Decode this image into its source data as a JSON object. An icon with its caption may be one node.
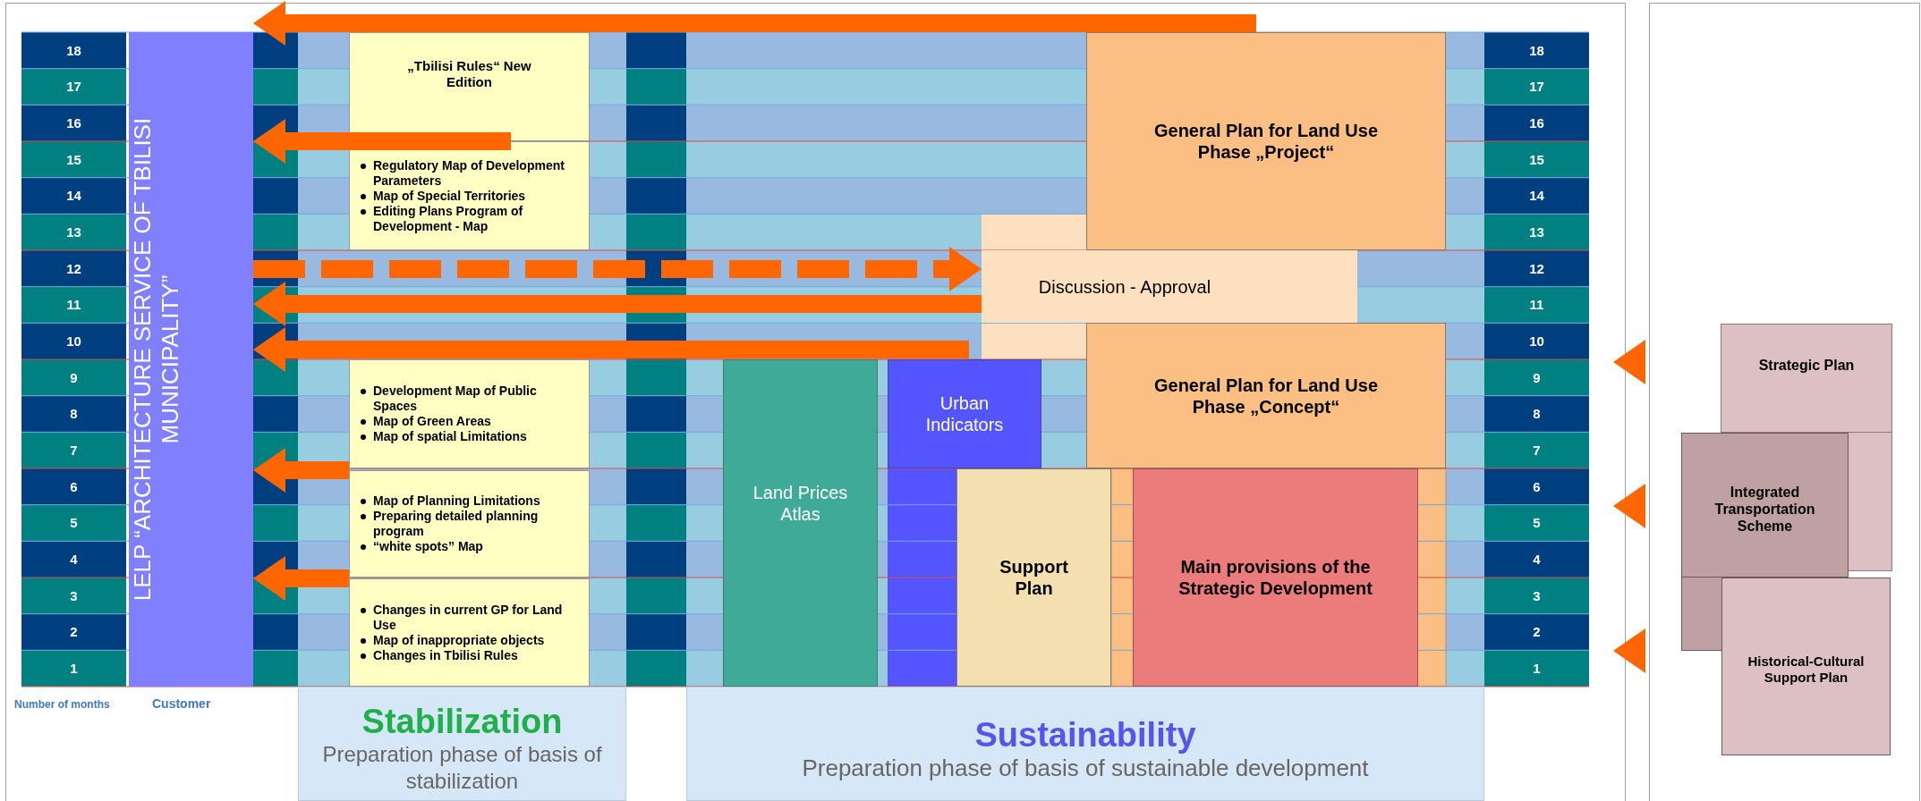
{
  "diagram": {
    "nodes": [
      {
        "text": [
          "LELP “ARCHITECTURE SERVICE OF TBILISI MUNICIPALITY”"
        ]
      },
      {
        "text": [
          "„Tbilisi Rules“ New Edition"
        ]
      },
      {
        "text": [
          "Regulatory Map of Development Parameters",
          "Map of Special Territories",
          "Editing Plans Program of Development - Map"
        ]
      },
      {
        "text": [
          "Development Map of Public Spaces",
          "Map of Green Areas",
          "Map of spatial Limitations"
        ]
      },
      {
        "text": [
          "Map of Planning Limitations",
          "Preparing detailed planning program",
          "“white spots” Map"
        ]
      },
      {
        "text": [
          "Changes in current GP for Land Use",
          "Map of inappropriate objects",
          "Changes in Tbilisi Rules"
        ]
      },
      {
        "text": [
          "General Plan for Land Use Phase „Project“"
        ]
      },
      {
        "text": [
          "Discussion - Approval"
        ]
      },
      {
        "text": [
          "General Plan for Land Use Phase „Concept“"
        ]
      },
      {
        "text": [
          "Land Prices Atlas"
        ]
      },
      {
        "text": [
          "Urban Indicators"
        ]
      },
      {
        "text": [
          "Support Plan"
        ]
      },
      {
        "text": [
          "Main provisions of the Strategic Development"
        ]
      },
      {
        "text": [
          "Strategic Plan"
        ]
      },
      {
        "text": [
          "Integrated Transportation Scheme"
        ]
      },
      {
        "text": [
          "Historical-Cultural Support Plan"
        ]
      },
      {
        "text": [
          "Stabilization",
          "Preparation phase of basis of stabilization"
        ]
      },
      {
        "text": [
          "Sustainability",
          "Preparation phase of basis of sustainable development"
        ]
      }
    ],
    "edges": [
      {
        "from": 6,
        "to": 0,
        "arrow": "to"
      },
      {
        "from": 2,
        "to": 0,
        "arrow": "to"
      },
      {
        "from": 0,
        "to": 7,
        "arrow": "to",
        "style": "dashed"
      },
      {
        "from": 7,
        "to": 0,
        "arrow": "to"
      },
      {
        "from": 10,
        "to": 0,
        "arrow": "to"
      },
      {
        "from": 4,
        "to": 0,
        "arrow": "to"
      },
      {
        "from": 5,
        "to": 0,
        "arrow": "to"
      }
    ],
    "labels": [
      "18",
      "18",
      "17",
      "17",
      "16",
      "16",
      "15",
      "15",
      "14",
      "14",
      "13",
      "13",
      "12",
      "12",
      "11",
      "11",
      "10",
      "10",
      "9",
      "9",
      "8",
      "8",
      "7",
      "7",
      "6",
      "6",
      "5",
      "5",
      "4",
      "4",
      "3",
      "3",
      "2",
      "2",
      "1",
      "1",
      "Number of months",
      "Customer"
    ]
  }
}
